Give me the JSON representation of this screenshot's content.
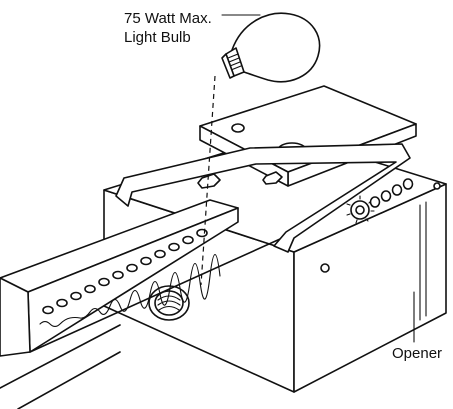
{
  "labels": {
    "bulb_line1": "75 Watt Max.",
    "bulb_line2": "Light Bulb",
    "opener": "Opener"
  }
}
